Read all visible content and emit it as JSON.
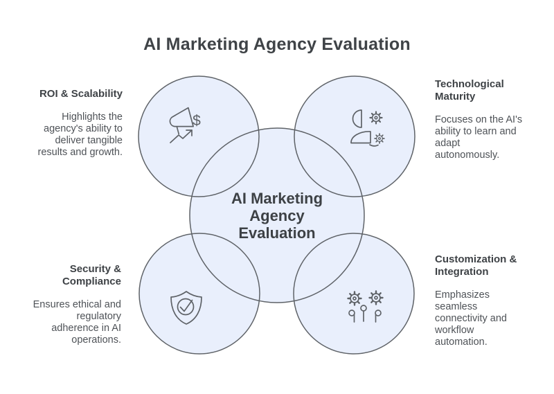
{
  "title": "AI Marketing Agency Evaluation",
  "center": {
    "label": "AI Marketing\nAgency\nEvaluation"
  },
  "nodes": [
    {
      "id": "roi",
      "heading": "ROI & Scalability",
      "body": "Highlights the\nagency's ability to\ndeliver tangible\nresults and growth.",
      "icon": "megaphone-dollar-growth-icon"
    },
    {
      "id": "tech",
      "heading": "Technological\nMaturity",
      "body": "Focuses on the AI's\nability to learn and\nadapt\nautonomously.",
      "icon": "person-gears-icon"
    },
    {
      "id": "security",
      "heading": "Security &\nCompliance",
      "body": "Ensures ethical and\nregulatory\nadherence in AI\noperations.",
      "icon": "shield-check-icon"
    },
    {
      "id": "custom",
      "heading": "Customization &\nIntegration",
      "body": "Emphasizes\nseamless\nconnectivity and\nworkflow\nautomation.",
      "icon": "gears-automation-icon"
    }
  ],
  "icon_glyphs": {
    "dollar": "$"
  },
  "colors": {
    "background": "#ffffff",
    "circle_fill": "#e9effc",
    "circle_stroke": "#5e6267",
    "title_text": "#3f4347",
    "heading_text": "#3e4246",
    "body_text": "#4e5257"
  }
}
